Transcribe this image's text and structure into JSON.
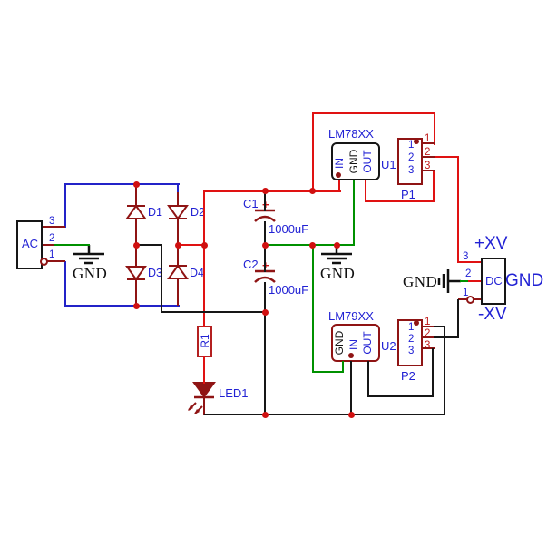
{
  "schematic": {
    "ac": {
      "label": "AC",
      "pins": [
        "3",
        "2",
        "1"
      ]
    },
    "grounds": {
      "left": "GND",
      "center": "GND",
      "dc": "GND"
    },
    "diodes": {
      "d1": "D1",
      "d2": "D2",
      "d3": "D3",
      "d4": "D4"
    },
    "caps": {
      "c1": {
        "ref": "C1",
        "plus": "+",
        "value": "1000uF"
      },
      "c2": {
        "ref": "C2",
        "plus": "+",
        "value": "1000uF"
      }
    },
    "u1": {
      "part": "LM78XX",
      "ref": "U1",
      "pins": [
        "IN",
        "GND",
        "OUT"
      ]
    },
    "u2": {
      "part": "LM79XX",
      "ref": "U2",
      "pins": [
        "GND",
        "IN",
        "OUT"
      ]
    },
    "p1": {
      "ref": "P1",
      "internal": [
        "1",
        "2",
        "3"
      ],
      "external": [
        "1",
        "2",
        "3"
      ]
    },
    "p2": {
      "ref": "P2",
      "internal": [
        "1",
        "2",
        "3"
      ],
      "external": [
        "1",
        "2",
        "3"
      ]
    },
    "r1": {
      "ref": "R1"
    },
    "led": {
      "ref": "LED1"
    },
    "dc": {
      "label": "DC",
      "pins": [
        "3",
        "2",
        "1"
      ],
      "rail_pos": "+XV",
      "rail_gnd": "GND",
      "rail_neg": "-XV"
    },
    "colors": {
      "wire_red": "#e01212",
      "component_maroon": "#8f1414",
      "wire_blue": "#2323c8",
      "wire_green": "#009100",
      "wire_black": "#161616",
      "label_blue": "#2222d4",
      "junction_red": "#d01010",
      "background": "#ffffff"
    }
  }
}
